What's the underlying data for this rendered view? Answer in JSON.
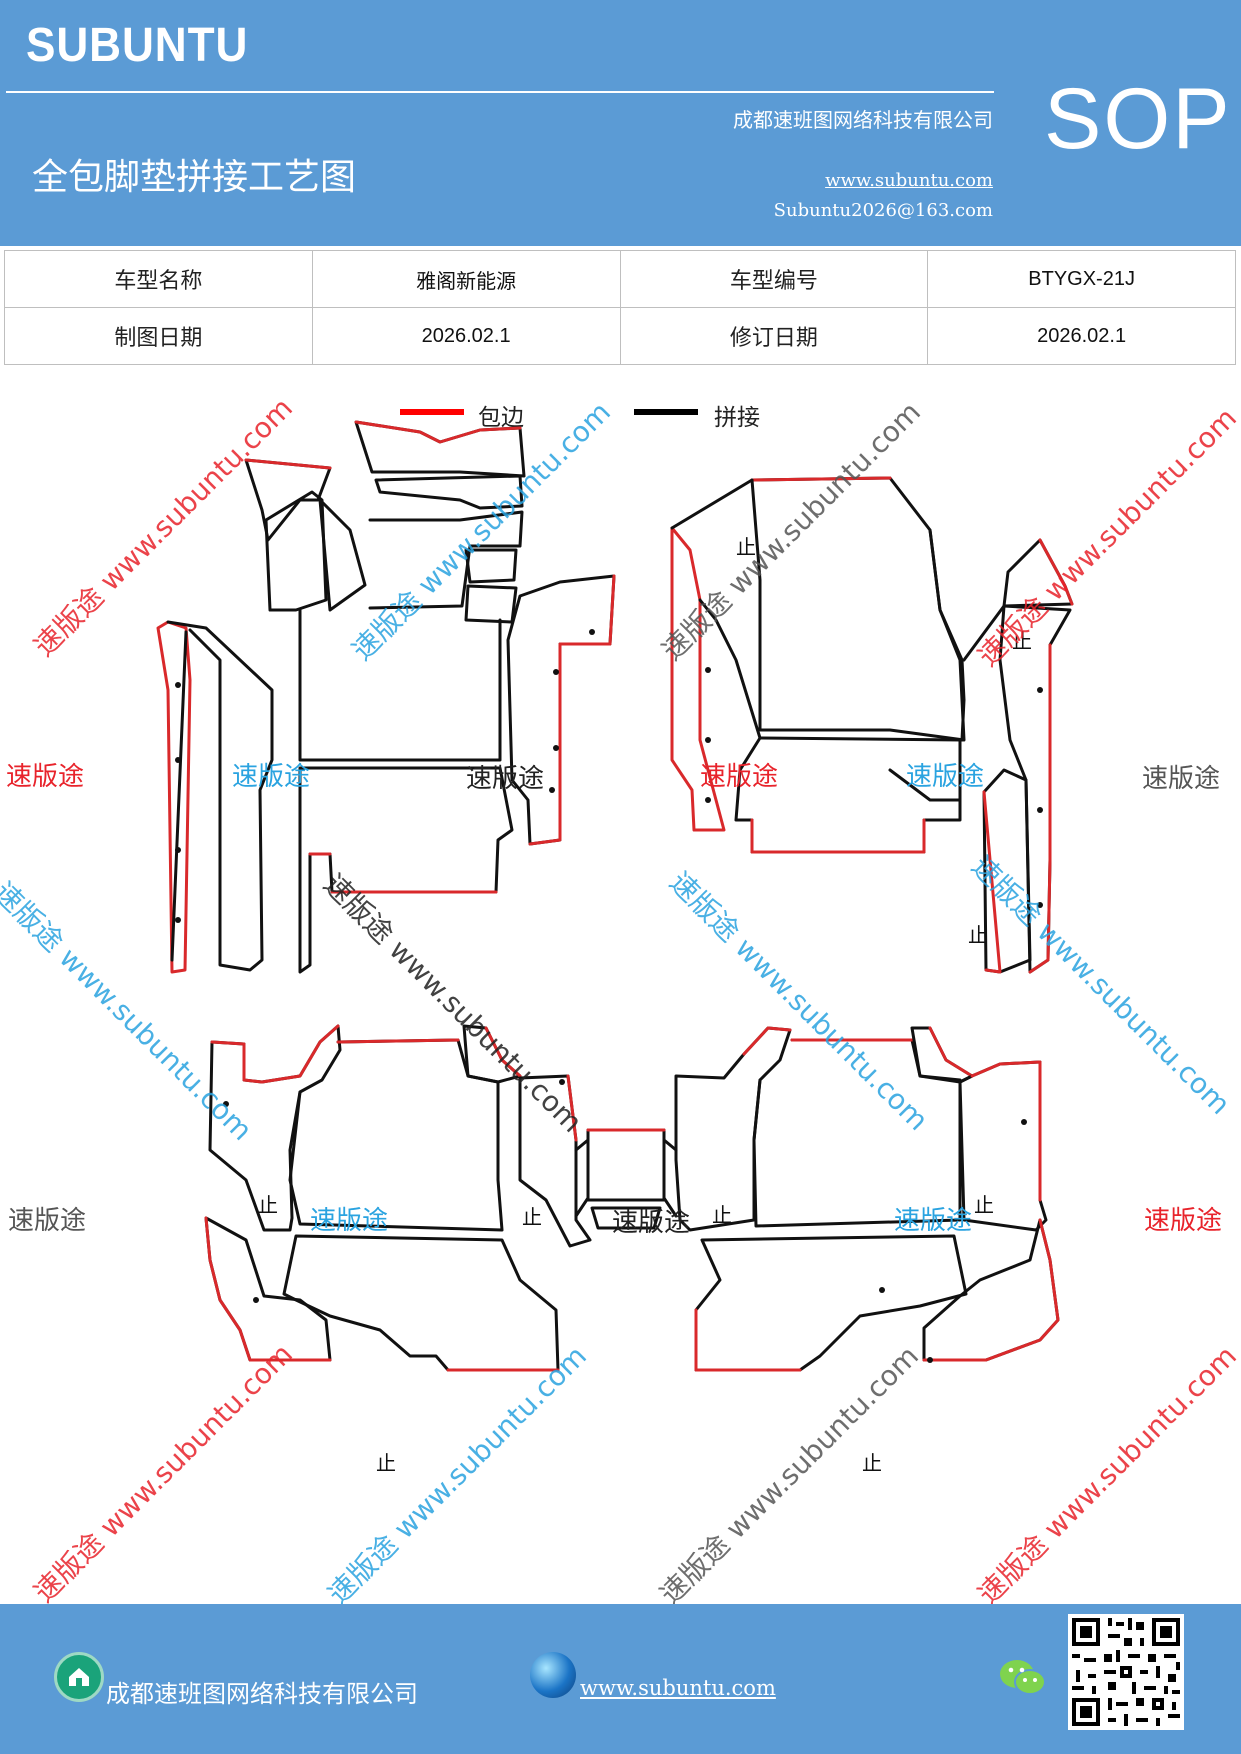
{
  "header": {
    "brand": "SUBUNTU",
    "title": "全包脚垫拼接工艺图",
    "company": "成都速班图网络科技有限公司",
    "website": "www.subuntu.com",
    "email": "Subuntu2026@163.com",
    "sop": "SOP",
    "bg_color": "#5b9bd5"
  },
  "info_table": {
    "rows": [
      {
        "label1": "车型名称",
        "value1": "雅阁新能源",
        "label2": "车型编号",
        "value2": "BTYGX-21J"
      },
      {
        "label1": "制图日期",
        "value1": "2026.02.1",
        "label2": "修订日期",
        "value2": "2026.02.1"
      }
    ]
  },
  "legend": {
    "items": [
      {
        "label": "包边",
        "color": "#ff0000"
      },
      {
        "label": "拼接",
        "color": "#000000"
      }
    ]
  },
  "drawing": {
    "stop_mark": "止",
    "edge_color": "#d9292b",
    "seam_color": "#111111"
  },
  "watermarks": {
    "brand_cn": "速版途",
    "brand_line": "速版途 www.subuntu.com",
    "colors": [
      "#e8232b",
      "#2aa3e0",
      "#555555"
    ]
  },
  "footer": {
    "company": "成都速班图网络科技有限公司",
    "website": "www.subuntu.com"
  }
}
